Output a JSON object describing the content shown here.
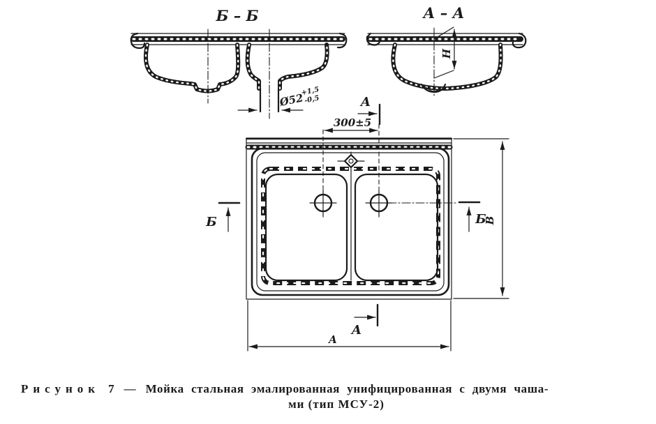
{
  "caption": {
    "figure_word": "Рисунок",
    "figure_number": "7",
    "dash": "—",
    "line1": "Мойка стальная эмалированная унифицированная с двумя чаша-",
    "line2": "ми (тип МСУ-2)"
  },
  "sections": {
    "left_title": "Б – Б",
    "right_title": "А – А",
    "bowl_depth_label": "Н"
  },
  "plan": {
    "hole_spacing": "300±5",
    "width_label": "А",
    "depth_label": "В",
    "cut_a_top": "А",
    "cut_a_bottom": "А",
    "cut_b_left": "Б",
    "cut_b_right": "Б"
  },
  "drain": {
    "diameter": "Ø52",
    "tolerance_plus": "+1,5",
    "tolerance_minus": "-0,5"
  },
  "colors": {
    "ink": "#1b1b1b",
    "paper": "#ffffff"
  }
}
